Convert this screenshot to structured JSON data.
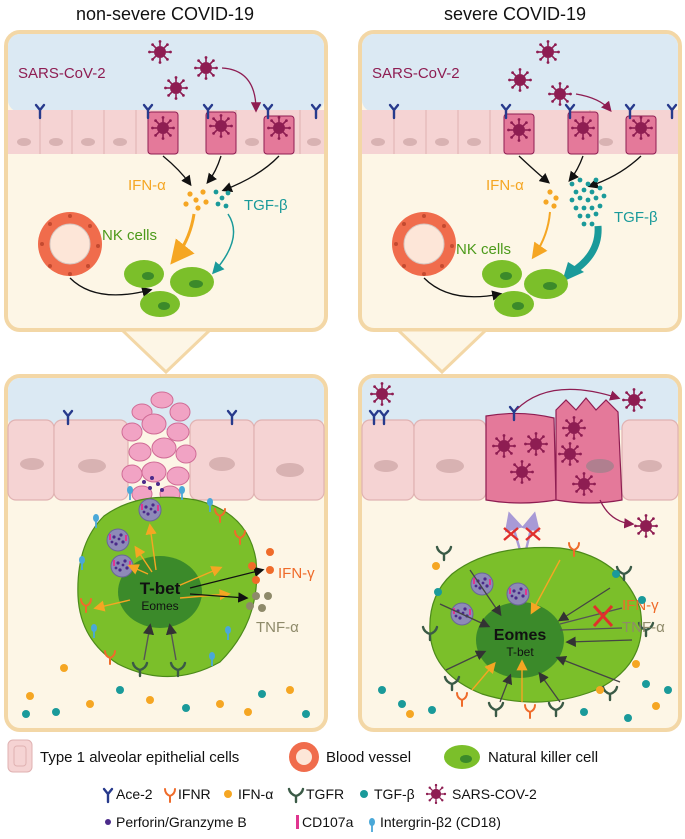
{
  "figure": {
    "left_title": "non-severe COVID-19",
    "right_title": "severe COVID-19"
  },
  "upper_panels": {
    "left": {
      "virus_label": "SARS-CoV-2",
      "ifn_alpha_label": "IFN-α",
      "tgf_beta_label": "TGF-β",
      "nk_label": "NK cells"
    },
    "right": {
      "virus_label": "SARS-CoV-2",
      "ifn_alpha_label": "IFN-α",
      "tgf_beta_label": "TGF-β",
      "nk_label": "NK cells"
    }
  },
  "lower_panels": {
    "left": {
      "tbet_label": "T-bet",
      "eomes_label": "Eomes",
      "ifn_gamma_label": "IFN-γ",
      "tnf_alpha_label": "TNF-α"
    },
    "right": {
      "eomes_label": "Eomes",
      "tbet_label": "T-bet",
      "ifn_gamma_label": "IFN-γ",
      "tnf_alpha_label": "TNF-α"
    }
  },
  "legend": {
    "epithelial": "Type 1 alveolar epithelial cells",
    "blood_vessel": "Blood vessel",
    "nk_cell": "Natural killer cell",
    "ace2": "Ace-2",
    "ifnr": "IFNR",
    "ifn_alpha": "IFN-α",
    "tgfr": "TGFR",
    "tgf_beta": "TGF-β",
    "sars": "SARS-COV-2",
    "perforin": "Perforin/Granzyme B",
    "cd107a": "CD107a",
    "integrin": "Intergrin-β2 (CD18)"
  },
  "colors": {
    "panel_fill": "#fdf6e6",
    "panel_border": "#f3d7a6",
    "sky": "#dbe9f3",
    "epithelium": "#f5d3d3",
    "infected_cell": "#e4799a",
    "virus": "#8e1d52",
    "ifn_alpha": "#f5a623",
    "tgf_beta": "#1a9a9a",
    "nk_green": "#7bbf2a",
    "nucleus_green": "#3b8a2a",
    "ifn_gamma": "#ef6b2a",
    "tnf_alpha": "#8e8a6a",
    "ace2": "#273a8c",
    "vessel": "#f06c4c"
  }
}
